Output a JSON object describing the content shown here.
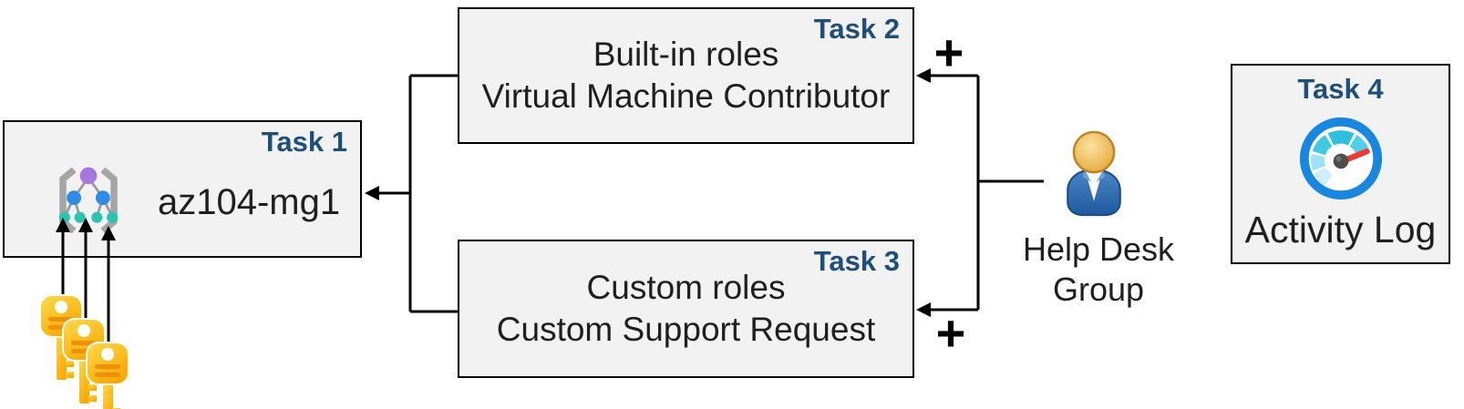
{
  "diagram": {
    "task1": {
      "label": "Task 1",
      "title": "az104-mg1",
      "icon": "management-group-icon"
    },
    "task2": {
      "label": "Task 2",
      "line1": "Built-in roles",
      "line2": "Virtual Machine Contributor"
    },
    "task3": {
      "label": "Task 3",
      "line1": "Custom roles",
      "line2": "Custom Support Request"
    },
    "task4": {
      "label": "Task 4",
      "title": "Activity Log",
      "icon": "gauge-icon"
    },
    "actor": {
      "line1": "Help Desk",
      "line2": "Group",
      "icon": "person-icon"
    },
    "plus_top": "+",
    "plus_bottom": "+",
    "keys": {
      "icon": "keys-icon",
      "count": 3
    }
  },
  "colors": {
    "background": "#ffffff",
    "box_fill": "#f2f2f2",
    "box_border": "#000000",
    "task_label": "#1f4e79",
    "body_text": "#1f1f1f",
    "connector": "#000000",
    "key_gold_light": "#ffdb4d",
    "key_gold_dark": "#f9a800",
    "key_stripe": "#ef8f0a",
    "person_head": "#e9a93c",
    "person_body": "#2e6da4",
    "gauge_ring": "#1787e0",
    "gauge_segment_light": "#cdeefb",
    "gauge_segment_teal": "#2fbfdc",
    "gauge_needle": "#ee3a36",
    "mg_bracket": "#a5a5a5",
    "mg_root": "#a678dd",
    "mg_child": "#2e8ce6",
    "mg_leaf": "#2cc3b2"
  }
}
